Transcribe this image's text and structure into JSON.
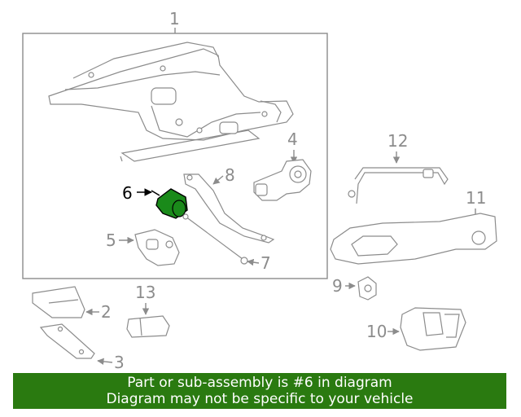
{
  "callouts": {
    "c1": "1",
    "c2": "2",
    "c3": "3",
    "c4": "4",
    "c5": "5",
    "c6": "6",
    "c7": "7",
    "c8": "8",
    "c9": "9",
    "c10": "10",
    "c11": "11",
    "c12": "12",
    "c13": "13"
  },
  "highlight": {
    "part": "6",
    "color": "#1a8a1a"
  },
  "banner": {
    "line1": "Part or sub-assembly is #6 in diagram",
    "line2": "Diagram may not be specific to your vehicle",
    "color": "#2a7a10"
  }
}
